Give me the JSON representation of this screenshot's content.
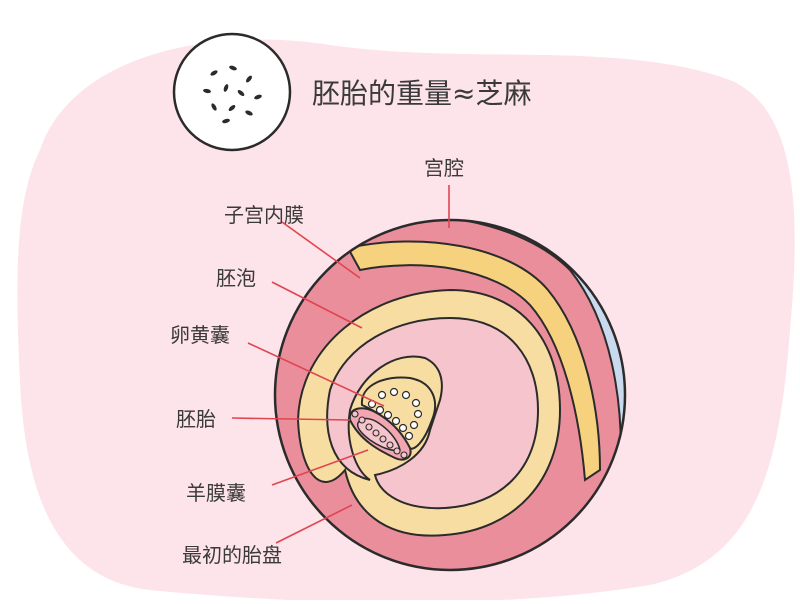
{
  "title": "胚胎的重量≈芝麻",
  "labels": {
    "uterine_cavity": "宫腔",
    "endometrium": "子宫内膜",
    "blastocyst": "胚泡",
    "yolk_sac": "卵黄囊",
    "embryo": "胚胎",
    "amniotic_sac": "羊膜囊",
    "placenta": "最初的胎盘"
  },
  "colors": {
    "background_blob": "#fde3ea",
    "cavity": "#c9d9ee",
    "yellow_band": "#f6d27e",
    "endometrium": "#ea8e9b",
    "blastocyst": "#f8dda3",
    "inner_pink": "#f6c4cc",
    "outline": "#2b2b2b",
    "leader_line": "#e0454f"
  }
}
